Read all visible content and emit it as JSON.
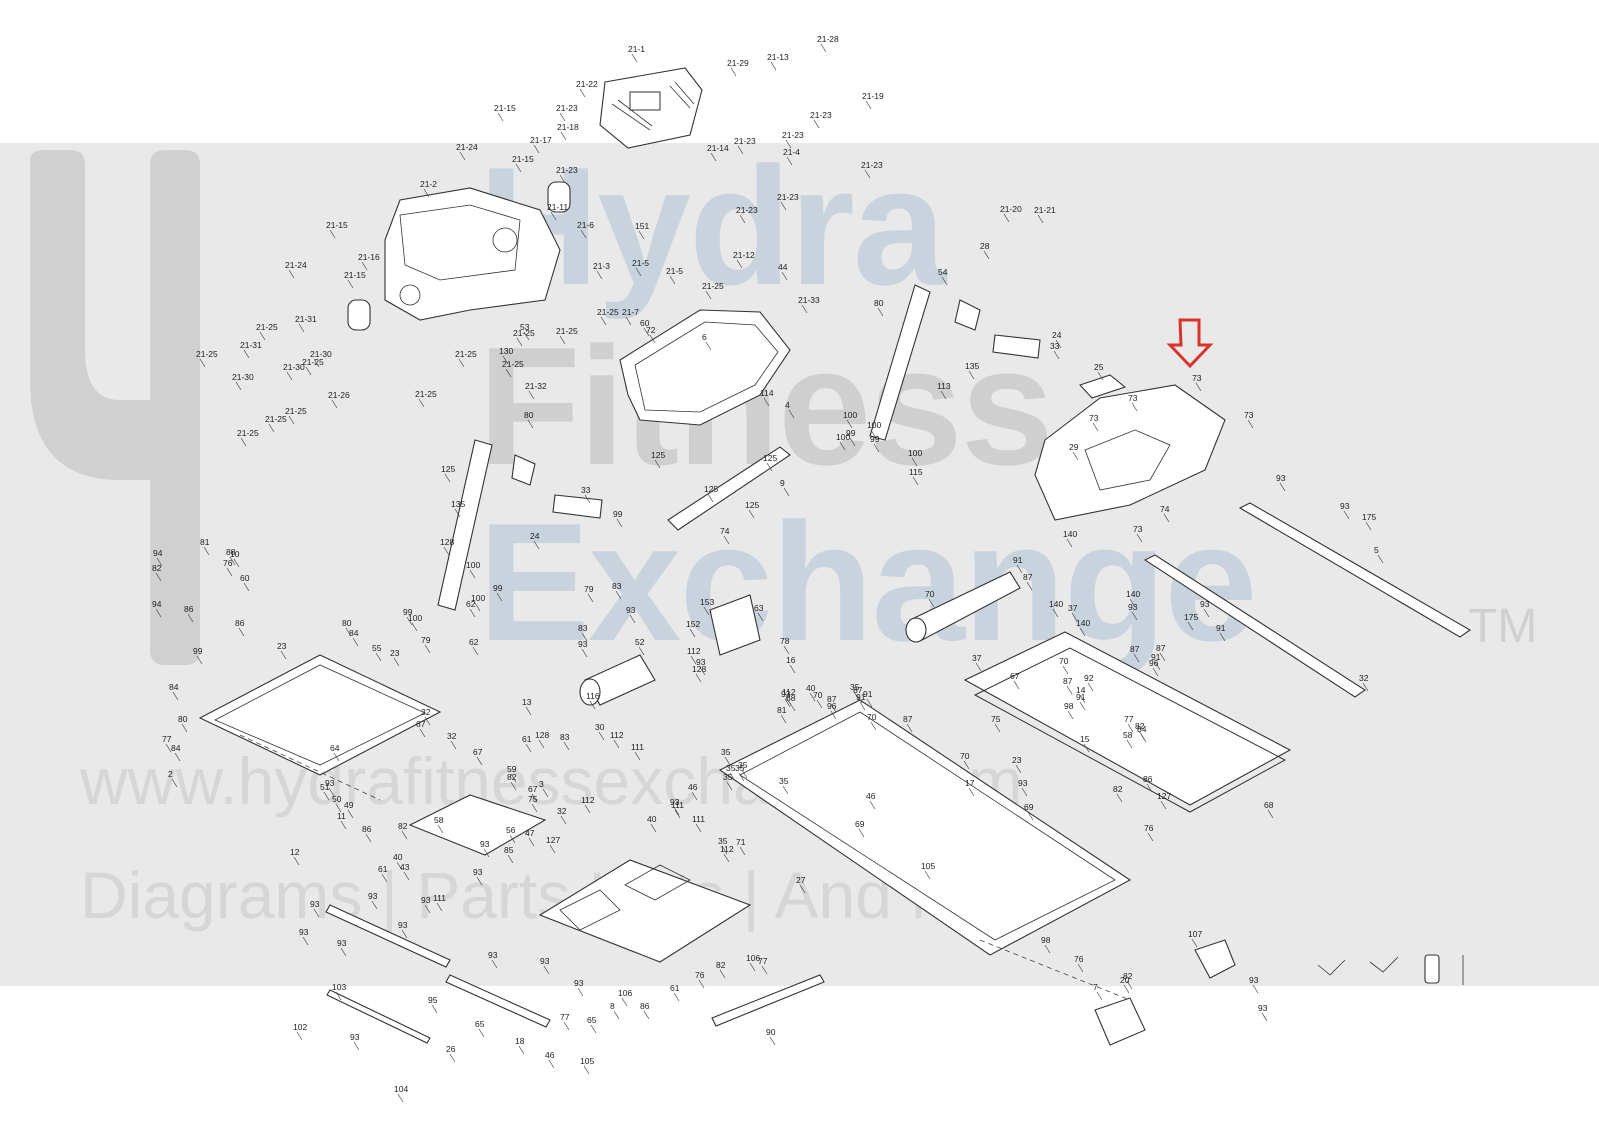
{
  "watermark": {
    "line1": "Hydra",
    "line2": "Fitness",
    "line3": "Exchange",
    "trademark": "TM",
    "url": "www.hydrafitnessexchange.com",
    "tagline": "Diagrams | Parts Lists | And More"
  },
  "highlight_arrow_color": "#d9342b",
  "brand_colors": {
    "band": "#e9e9e9",
    "logo_blue": "#c9d3de",
    "logo_gray": "#cfcfcf"
  },
  "labels": [
    "21-1",
    "21-22",
    "21-23",
    "21-29",
    "21-23",
    "21-13",
    "21-23",
    "21-28",
    "21-23",
    "21-19",
    "21-23",
    "21-15",
    "21-17",
    "21-24",
    "21-15",
    "21-18",
    "21-23",
    "21-14",
    "21-23",
    "21-4",
    "21-23",
    "21-2",
    "21-11",
    "21-6",
    "151",
    "21-20",
    "21-21",
    "21-15",
    "21-16",
    "21-24",
    "21-15",
    "21-3",
    "21-5",
    "21-5",
    "21-12",
    "21-25",
    "44",
    "21-33",
    "28",
    "21-25",
    "21-31",
    "21-25",
    "21-31",
    "21-25",
    "21-7",
    "72",
    "60",
    "6",
    "54",
    "80",
    "135",
    "24",
    "33",
    "21-25",
    "130",
    "21-25",
    "21-30",
    "21-30",
    "21-25",
    "21-30",
    "21-25",
    "21-25",
    "21-25",
    "21-26",
    "21-32",
    "21-25",
    "21-25",
    "21-25",
    "53",
    "114",
    "4",
    "113",
    "25",
    "73",
    "73",
    "73",
    "73",
    "29",
    "80",
    "125",
    "135",
    "24",
    "33",
    "99",
    "100",
    "100",
    "99",
    "100",
    "99",
    "100",
    "115",
    "125",
    "125",
    "9",
    "125",
    "125",
    "74",
    "74",
    "73",
    "140",
    "93",
    "93",
    "175",
    "5",
    "128",
    "94",
    "81",
    "82",
    "76",
    "88",
    "10",
    "60",
    "94",
    "86",
    "86",
    "99",
    "99",
    "100",
    "100",
    "99",
    "100",
    "62",
    "79",
    "62",
    "79",
    "83",
    "83",
    "93",
    "93",
    "52",
    "153",
    "152",
    "63",
    "78",
    "16",
    "91",
    "87",
    "70",
    "140",
    "140",
    "37",
    "140",
    "93",
    "93",
    "175",
    "91",
    "87",
    "96",
    "91",
    "87",
    "70",
    "37",
    "67",
    "32",
    "80",
    "84",
    "55",
    "23",
    "23",
    "84",
    "80",
    "67",
    "32",
    "77",
    "84",
    "32",
    "67",
    "2",
    "51",
    "50",
    "49",
    "11",
    "12",
    "64",
    "13",
    "128",
    "61",
    "83",
    "30",
    "112",
    "116",
    "111",
    "112",
    "93",
    "128",
    "81",
    "88",
    "112",
    "93",
    "40",
    "35",
    "70",
    "87",
    "96",
    "91",
    "87",
    "70",
    "91",
    "87",
    "70",
    "87",
    "92",
    "91",
    "98",
    "14",
    "15",
    "77",
    "82",
    "82",
    "127",
    "86",
    "84",
    "58",
    "75",
    "23",
    "68",
    "76",
    "93",
    "59",
    "82",
    "3",
    "75",
    "67",
    "32",
    "127",
    "86",
    "82",
    "58",
    "85",
    "56",
    "93",
    "47",
    "93",
    "40",
    "61",
    "43",
    "93",
    "111",
    "112",
    "93",
    "40",
    "111",
    "111",
    "112",
    "46",
    "35",
    "35",
    "35",
    "35",
    "35",
    "35",
    "35",
    "71",
    "69",
    "46",
    "105",
    "17",
    "69",
    "93",
    "27",
    "107",
    "98",
    "76",
    "82",
    "7",
    "20",
    "93",
    "93",
    "93",
    "93",
    "93",
    "93",
    "93",
    "93",
    "93",
    "93",
    "106",
    "8",
    "86",
    "61",
    "76",
    "82",
    "106",
    "77",
    "95",
    "65",
    "77",
    "65",
    "18",
    "46",
    "105",
    "26",
    "93",
    "102",
    "103",
    "104",
    "90"
  ]
}
